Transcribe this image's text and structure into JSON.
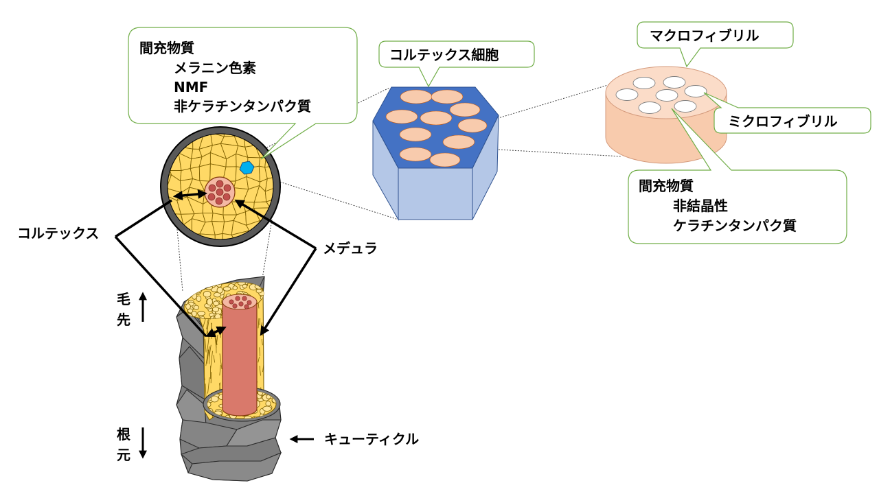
{
  "callouts": {
    "cortex_matrix": {
      "title": "間充物質",
      "items": [
        "メラニン色素",
        "NMF",
        "非ケラチンタンパク質"
      ]
    },
    "cortex_cell": {
      "label": "コルテックス細胞"
    },
    "macrofibril": {
      "label": "マクロフィブリル"
    },
    "microfibril": {
      "label": "ミクロフィブリル"
    },
    "macrofibril_matrix": {
      "title": "間充物質",
      "items": [
        "非結晶性",
        "ケラチンタンパク質"
      ]
    }
  },
  "labels": {
    "cortex": "コルテックス",
    "medulla": "メデュラ",
    "cuticle": "キューティクル",
    "tip": [
      "毛",
      "先"
    ],
    "root": [
      "根",
      "元"
    ]
  },
  "icons": {
    "tip_arrow": "arrow-up-icon",
    "root_arrow": "arrow-down-icon",
    "cuticle_arrow": "arrow-left-icon"
  },
  "colors": {
    "callout_border": "#70AD47",
    "cortex": "#FFD966",
    "cortex_light": "#FFE699",
    "cuticle": "#7F7F7F",
    "cuticle_ring": "#595959",
    "medulla": "#D9796B",
    "medulla_top": "#F4B8A4",
    "medulla_dot": "#C0504D",
    "cortex_cell_top": "#4472C4",
    "cortex_cell_side": "#B4C7E7",
    "macrofibril_spot": "#F8CBAD",
    "macrofibril": "#F8CBAD",
    "macrofibril_top": "#FBDCC8",
    "microfibril": "#FFFFFF",
    "highlighted_cell": "#00B0F0"
  }
}
